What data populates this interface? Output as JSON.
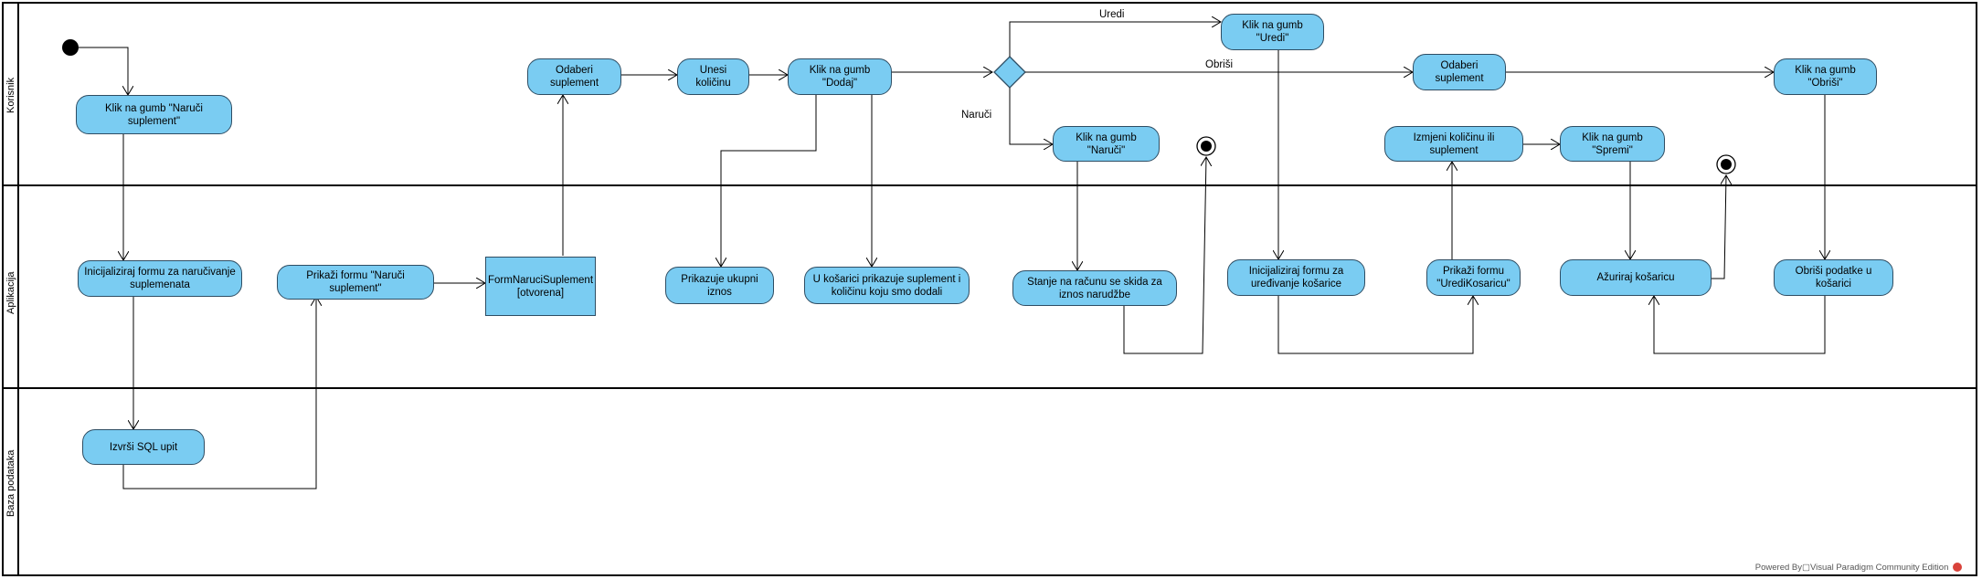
{
  "lanes": {
    "korisnik": "Korisnik",
    "aplikacija": "Aplikacija",
    "baza": "Baza podataka"
  },
  "actions": {
    "klik_naruci_suplement": "Klik na gumb \"Naruči suplement\"",
    "inicijaliziraj_narucivanje": "Inicijaliziraj formu za naručivanje suplemenata",
    "izvrsi_sql": "Izvrši SQL upit",
    "prikazi_formu_naruci": "Prikaži formu \"Naruči suplement\"",
    "object_form_name": "FormNaruciSuplement",
    "object_form_state": "[otvorena]",
    "odaberi_suplement": "Odaberi suplement",
    "unesi_kolicinu": "Unesi količinu",
    "klik_dodaj": "Klik na gumb \"Dodaj\"",
    "prikazuje_iznos": "Prikazuje ukupni iznos",
    "kosarica_prikazuje": "U košarici prikazuje suplement i količinu koju smo dodali",
    "klik_uredi": "Klik na gumb \"Uredi\"",
    "klik_naruci": "Klik na gumb \"Naruči\"",
    "stanje_racun": "Stanje na računu se skida za iznos narudžbe",
    "inicijaliziraj_uredivanje": "Inicijaliziraj formu za uređivanje košarice",
    "izmjeni_kolicinu": "Izmjeni količinu ili suplement",
    "prikazi_formu_uredi": "Prikaži formu \"UrediKosaricu\"",
    "klik_spremi": "Klik na gumb \"Spremi\"",
    "azuriraj_kosaricu": "Ažuriraj košaricu",
    "odaberi_suplement_2": "Odaberi suplement",
    "klik_obrisi": "Klik na gumb \"Obriši\"",
    "obrisi_podatke": "Obriši podatke u košarici"
  },
  "guards": {
    "uredi": "Uredi",
    "obrisi": "Obriši",
    "naruci": "Naruči"
  },
  "footer": "Powered By▢Visual Paradigm Community Edition",
  "colors": {
    "action_fill": "#7accf2",
    "action_border": "#2e4d63",
    "line": "#000000"
  }
}
